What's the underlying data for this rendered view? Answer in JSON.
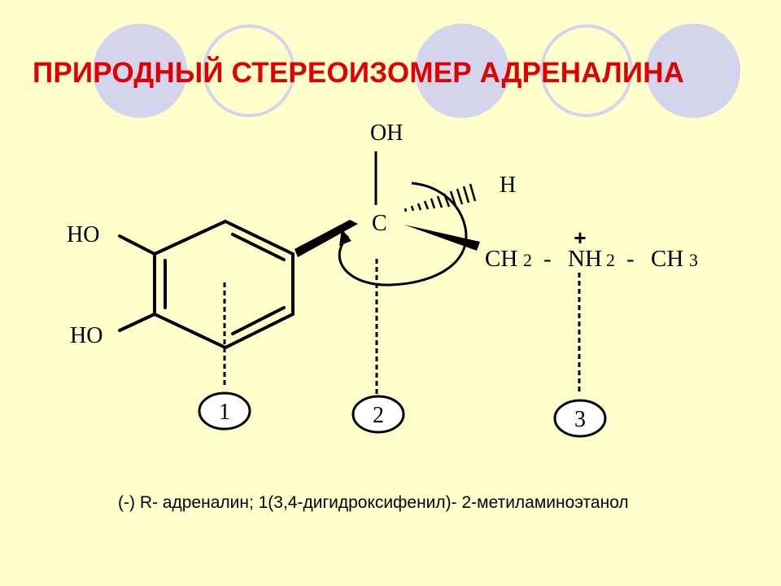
{
  "title": "ПРИРОДНЫЙ СТЕРЕОИЗОМЕР АДРЕНАЛИНА",
  "molecule": {
    "oh_top": "OH",
    "h_right": "H",
    "c_center": "C",
    "ho_upper": "HO",
    "ho_lower": "HO",
    "ch2": "CH",
    "ch2_sub": "2",
    "nh2": "NH",
    "nh2_sub": "2",
    "ch3": "CH",
    "ch3_sub": "3",
    "dash1": "-",
    "dash2": "-",
    "plus": "+"
  },
  "markers": [
    "1",
    "2",
    "3"
  ],
  "caption": "(-) R- адреналин;   1(3,4-дигидроксифенил)- 2-метиламиноэтанол",
  "colors": {
    "background": "#FFFFCC",
    "title": "#E00000",
    "decor_circle_fill": "#D4D4EC",
    "decor_circle_ring": "#D4D4EC"
  }
}
